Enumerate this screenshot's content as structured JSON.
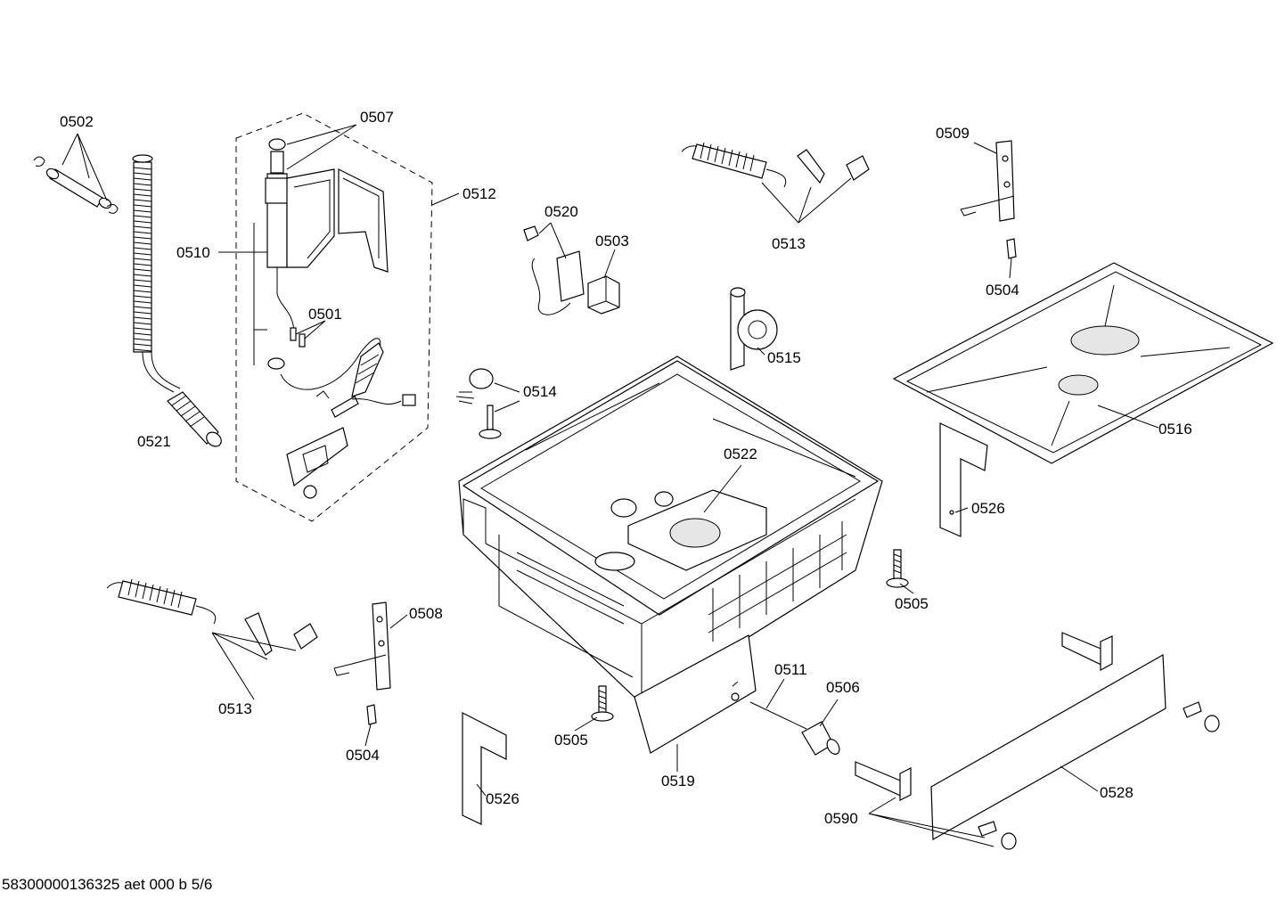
{
  "labels": {
    "l0502": "0502",
    "l0507": "0507",
    "l0512": "0512",
    "l0510": "0510",
    "l0501": "0501",
    "l0521": "0521",
    "l0520": "0520",
    "l0503": "0503",
    "l0513a": "0513",
    "l0509": "0509",
    "l0504a": "0504",
    "l0515": "0515",
    "l0514": "0514",
    "l0522": "0522",
    "l0516": "0516",
    "l0526a": "0526",
    "l0505a": "0505",
    "l0508": "0508",
    "l0513b": "0513",
    "l0504b": "0504",
    "l0511": "0511",
    "l0506": "0506",
    "l0505b": "0505",
    "l0519": "0519",
    "l0526b": "0526",
    "l0528": "0528",
    "l0590": "0590"
  },
  "footer": "58300000136325 aet 000 b 5/6"
}
